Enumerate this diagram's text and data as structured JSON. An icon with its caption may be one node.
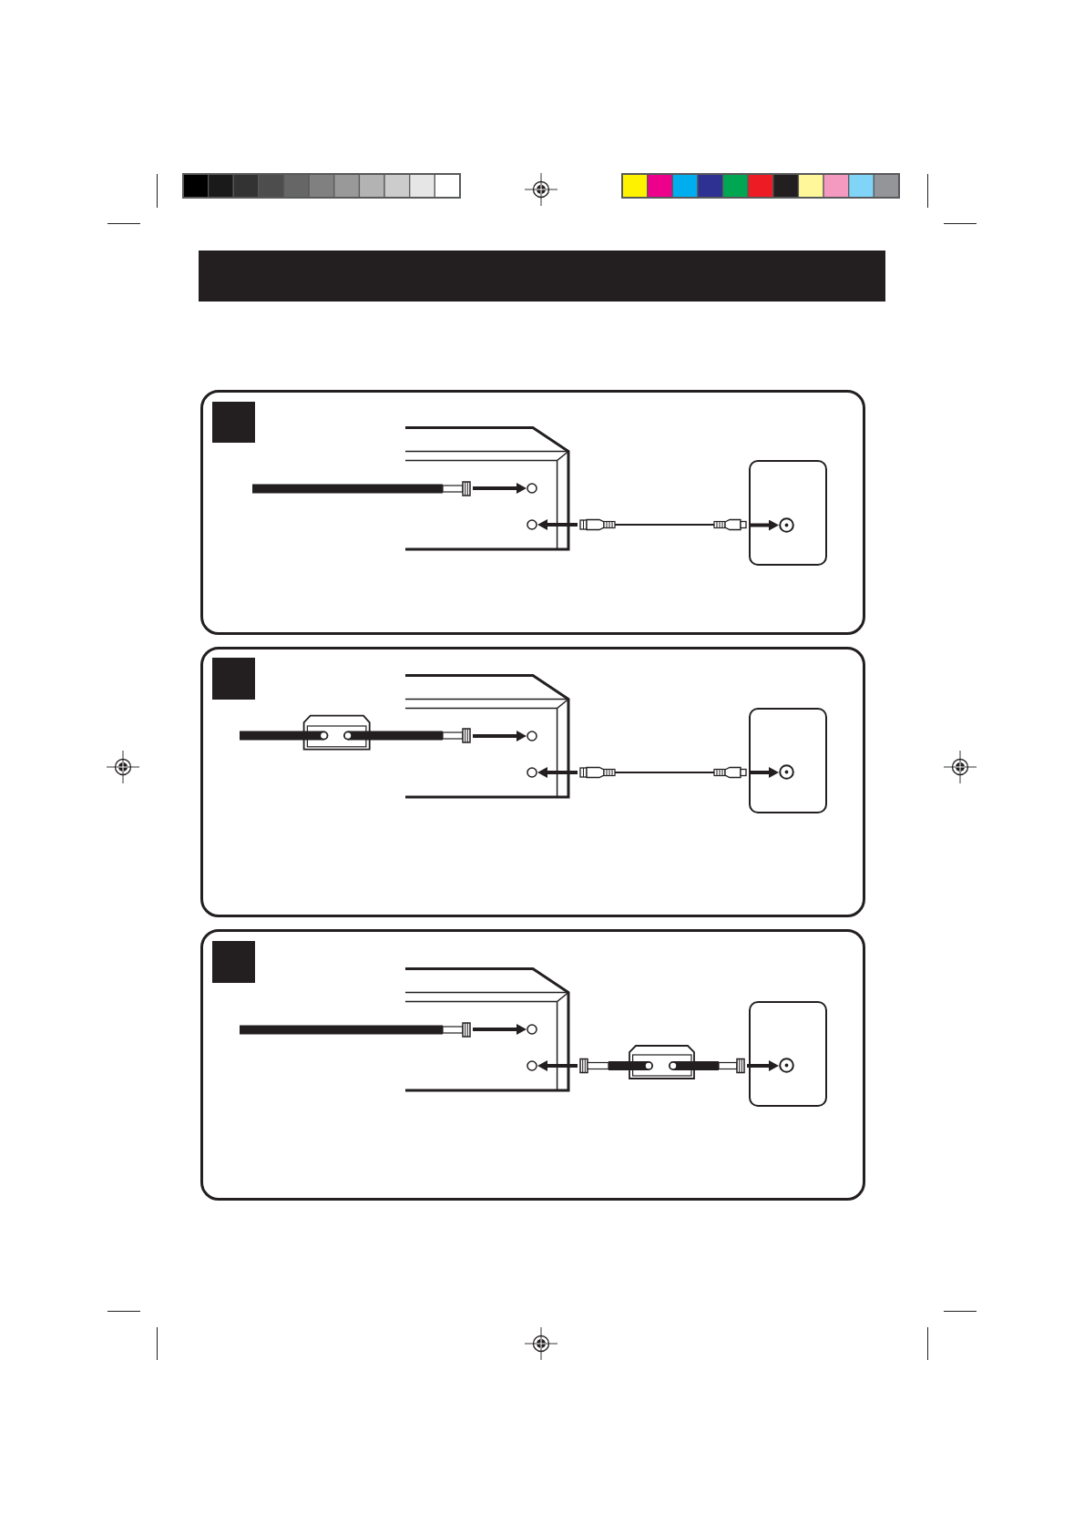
{
  "diagram": {
    "nodes": [
      {
        "text": [],
        "shape": "box"
      },
      {
        "text": [],
        "shape": "bar",
        "in": 0
      },
      {
        "text": [],
        "shape": "picture",
        "in": 0
      },
      {
        "text": [],
        "shape": "circle",
        "in": 2
      },
      {
        "text": [],
        "shape": "circle",
        "in": 2
      },
      {
        "text": [],
        "shape": "picture",
        "in": 0
      },
      {
        "text": [],
        "shape": "box",
        "in": 0
      },
      {
        "text": [],
        "shape": "circle",
        "in": 6
      },
      {
        "text": [],
        "shape": "box"
      },
      {
        "text": [],
        "shape": "picture",
        "in": 8
      },
      {
        "text": [],
        "shape": "picture",
        "in": 8
      },
      {
        "text": [],
        "shape": "circle",
        "in": 10
      },
      {
        "text": [],
        "shape": "circle",
        "in": 10
      },
      {
        "text": [],
        "shape": "picture",
        "in": 8
      },
      {
        "text": [],
        "shape": "box",
        "in": 8
      },
      {
        "text": [],
        "shape": "circle",
        "in": 14
      },
      {
        "text": [],
        "shape": "box"
      },
      {
        "text": [],
        "shape": "bar",
        "in": 16
      },
      {
        "text": [],
        "shape": "picture",
        "in": 16
      },
      {
        "text": [],
        "shape": "circle",
        "in": 18
      },
      {
        "text": [],
        "shape": "circle",
        "in": 18
      },
      {
        "text": [],
        "shape": "picture",
        "in": 16
      },
      {
        "text": [],
        "shape": "box",
        "in": 16
      },
      {
        "text": [],
        "shape": "circle",
        "in": 22
      }
    ],
    "edges": [
      {
        "from": 1,
        "to": 3,
        "arrow": "to"
      },
      {
        "from": 5,
        "to": 4,
        "arrow": "to"
      },
      {
        "from": 5,
        "to": 7,
        "arrow": "to"
      },
      {
        "from": 9,
        "to": 11,
        "arrow": "to"
      },
      {
        "from": 13,
        "to": 12,
        "arrow": "to"
      },
      {
        "from": 13,
        "to": 15,
        "arrow": "to"
      },
      {
        "from": 17,
        "to": 19,
        "arrow": "to"
      },
      {
        "from": 21,
        "to": 20,
        "arrow": "to"
      },
      {
        "from": 21,
        "to": 23,
        "arrow": "to"
      }
    ]
  }
}
